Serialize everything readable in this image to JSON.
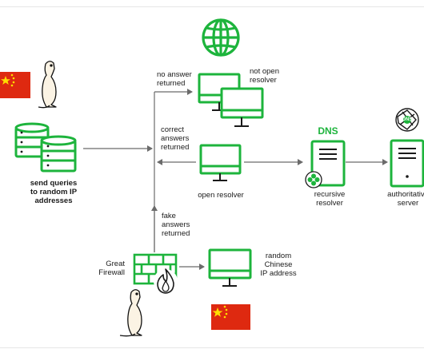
{
  "colors": {
    "green": "#1db43c",
    "gray": "#6b6b6b",
    "red": "#de2910",
    "yellow": "#ffde00"
  },
  "labels": {
    "send_queries": "send queries\nto random IP\naddresses",
    "no_answer": "no answer\nreturned",
    "not_open": "not open\nresolver",
    "correct_answers": "correct\nanswers\nreturned",
    "open_resolver": "open resolver",
    "dns": "DNS",
    "recursive_resolver": "recursive\nresolver",
    "authoritative_server": "authoritative\nserver",
    "fake_answers": "fake\nanswers\nreturned",
    "great_firewall": "Great\nFirewall",
    "random_chinese_ip": "random\nChinese\nIP address",
    "dns_badge": "DNS"
  },
  "icons": [
    "globe-icon",
    "china-flag-icon",
    "meerkat-icon",
    "database-icon",
    "monitor-icon",
    "server-icon",
    "firewall-icon",
    "flame-icon",
    "settings-badge-icon",
    "dns-globe-icon"
  ]
}
